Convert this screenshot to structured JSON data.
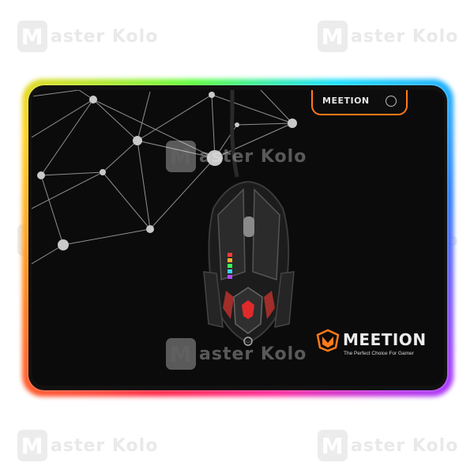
{
  "watermark": {
    "text": "aster Kolo",
    "mark": "M"
  },
  "mousepad": {
    "brand": "MEETION",
    "tagline": "The Perfect Choice For Gamer",
    "tab_logo": "MEETION"
  },
  "colors": {
    "rgb_edge": "rainbow",
    "pad": "#0b0b0b",
    "brand_accent": "#ff7a1a"
  }
}
